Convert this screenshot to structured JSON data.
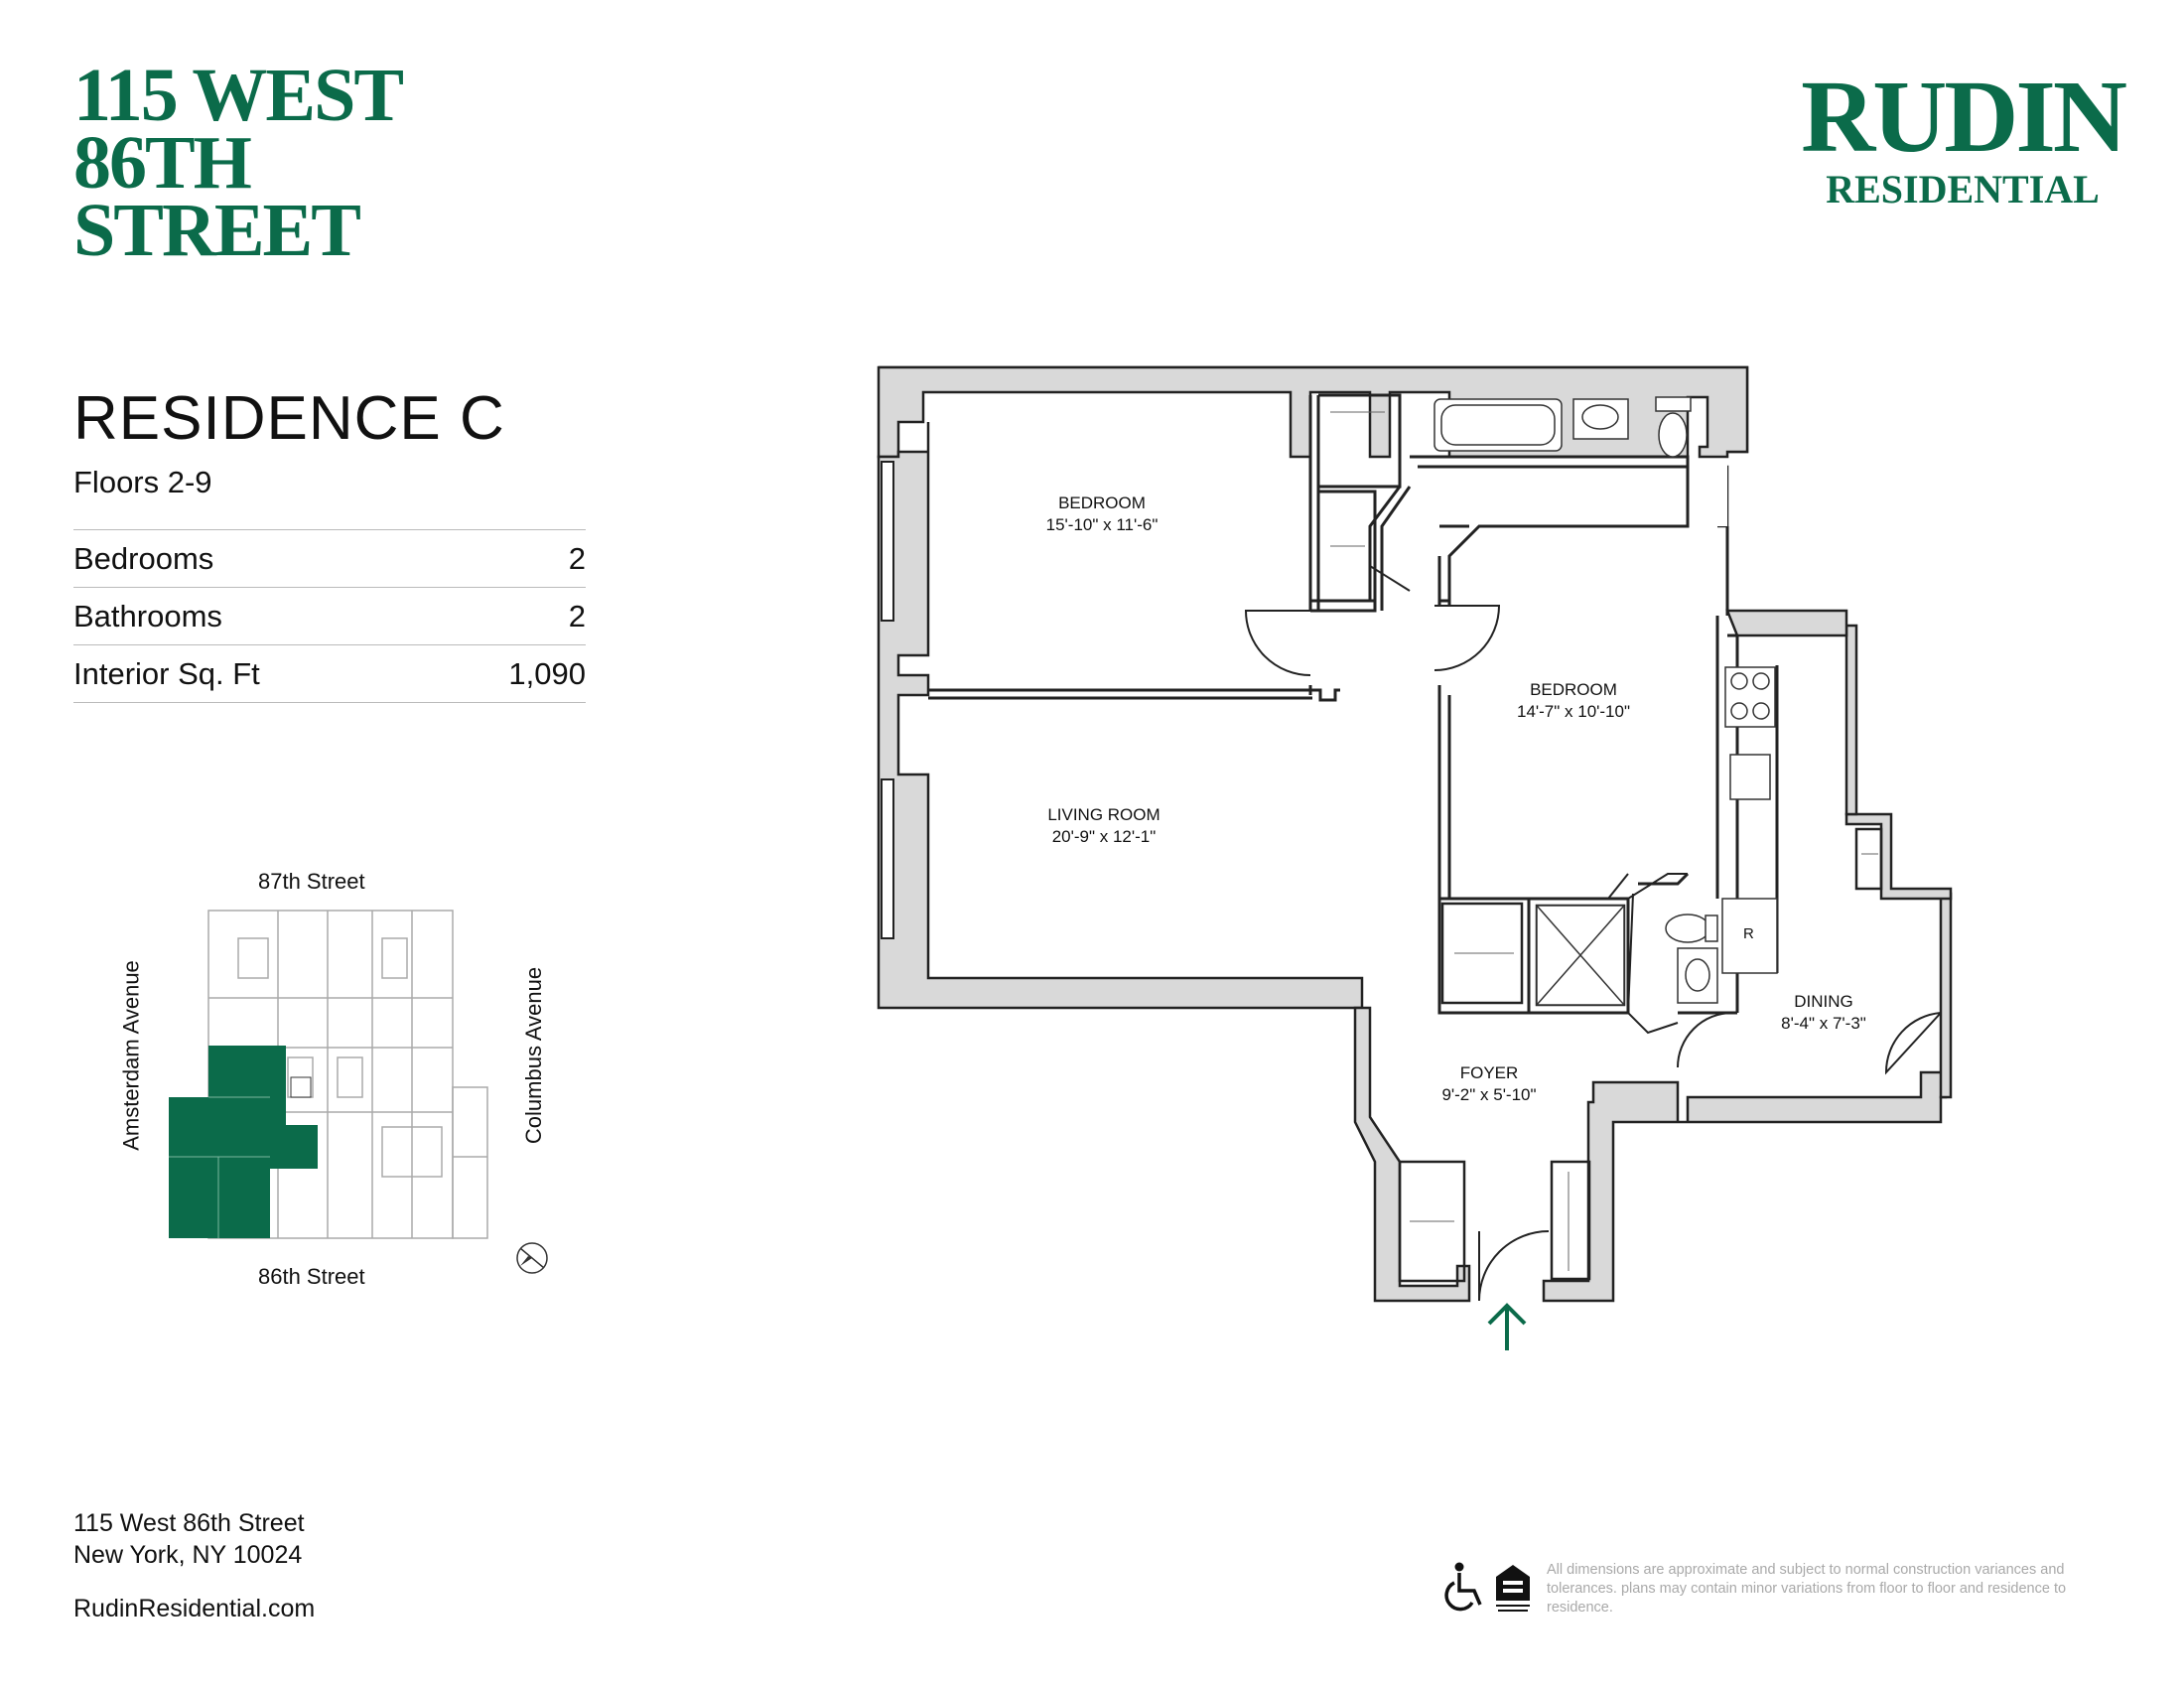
{
  "building": {
    "title_line1": "115 WEST",
    "title_line2": "86TH",
    "title_line3": "STREET"
  },
  "brand": {
    "name": "RUDIN",
    "sub": "RESIDENTIAL",
    "color": "#0b6b4a"
  },
  "residence": {
    "name": "RESIDENCE C",
    "floors": "Floors 2-9",
    "stats": [
      {
        "label": "Bedrooms",
        "value": "2"
      },
      {
        "label": "Bathrooms",
        "value": "2"
      },
      {
        "label": "Interior Sq. Ft",
        "value": "1,090"
      }
    ]
  },
  "keymap": {
    "north_street": "87th Street",
    "south_street": "86th Street",
    "west_avenue": "Amsterdam Avenue",
    "east_avenue": "Columbus Avenue"
  },
  "rooms": [
    {
      "name": "BEDROOM",
      "dims": "15'-10\" x 11'-6\""
    },
    {
      "name": "BEDROOM",
      "dims": "14'-7\" x 10'-10\""
    },
    {
      "name": "LIVING ROOM",
      "dims": "20'-9\" x 12'-1\""
    },
    {
      "name": "DINING",
      "dims": "8'-4\" x 7'-3\""
    },
    {
      "name": "FOYER",
      "dims": "9'-2\" x 5'-10\""
    }
  ],
  "fixtures": {
    "refrigerator": "R"
  },
  "footer": {
    "address_line1": "115 West 86th Street",
    "address_line2": "New York, NY 10024",
    "website": "RudinResidential.com",
    "disclaimer": "All dimensions are approximate and subject to normal construction variances and tolerances. plans may contain minor variations from floor to floor and residence to residence."
  },
  "icons": [
    "accessibility-icon",
    "equal-housing-icon",
    "compass-icon",
    "entrance-arrow-icon"
  ]
}
